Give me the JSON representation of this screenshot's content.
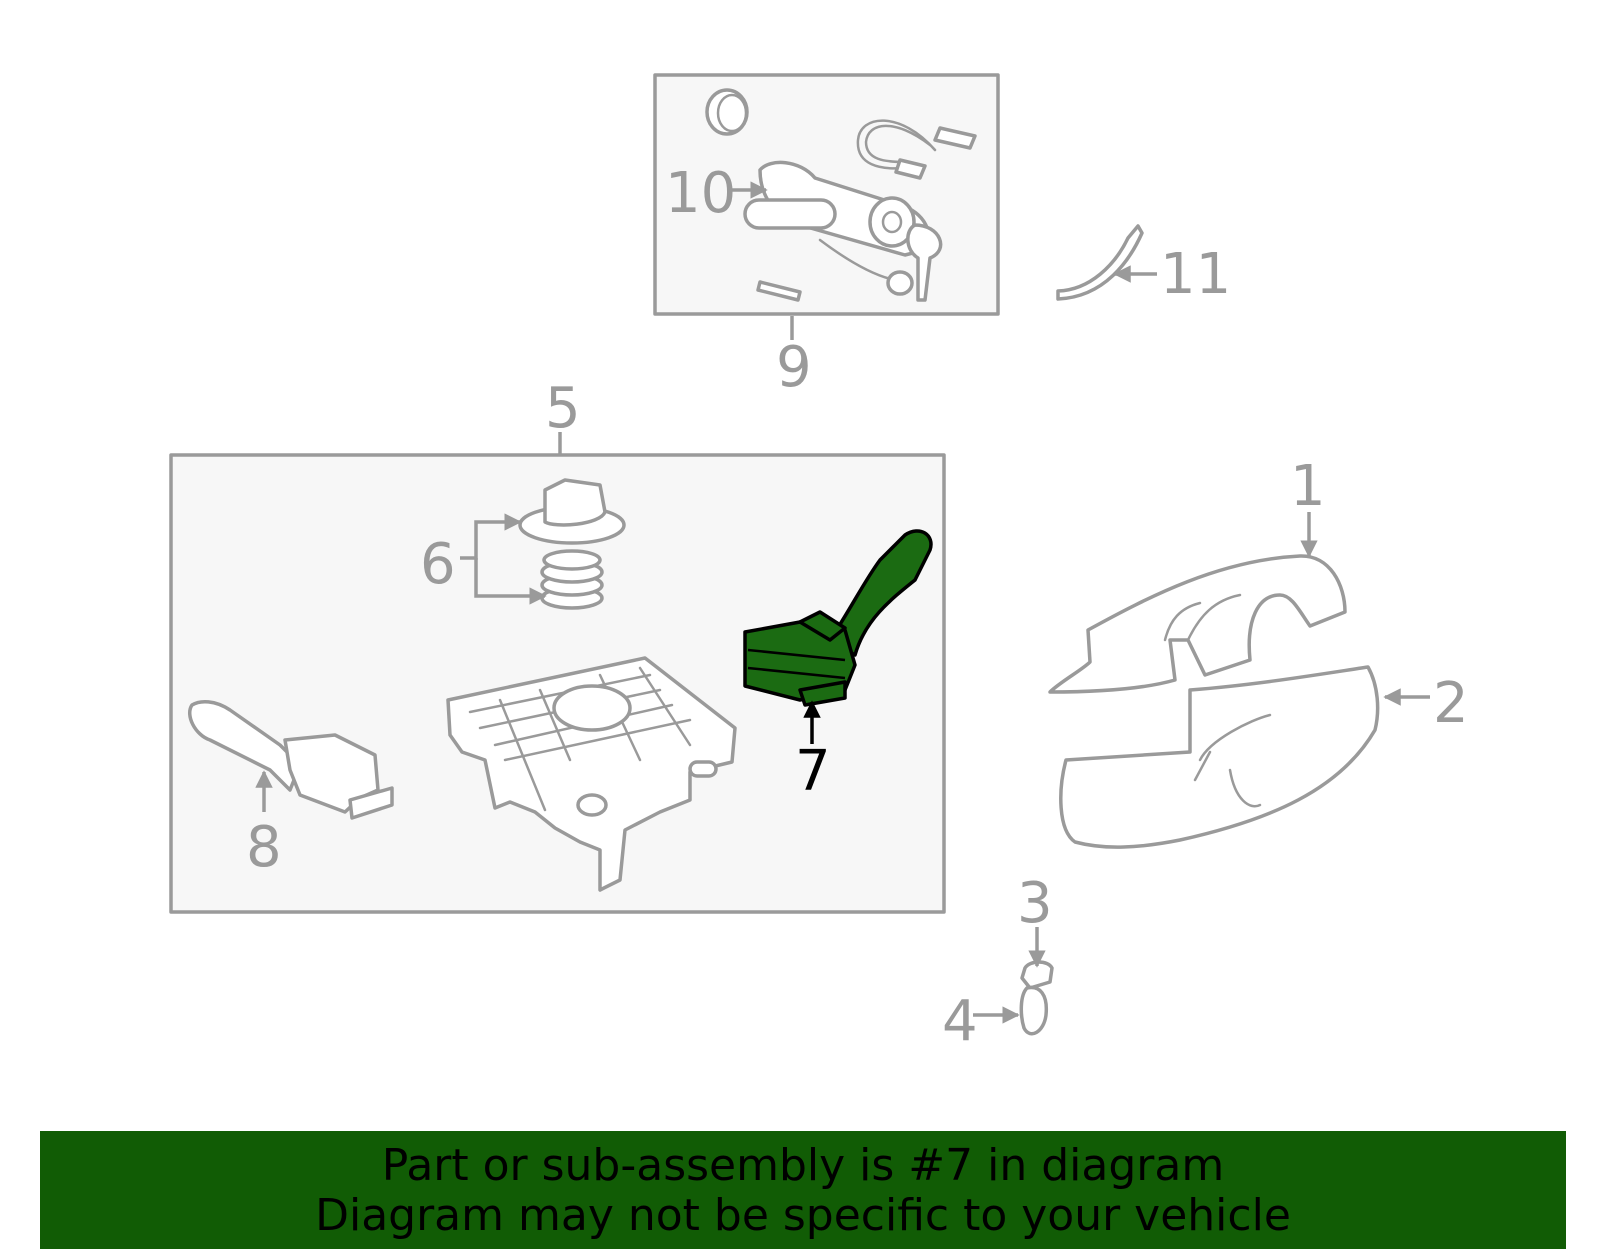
{
  "callouts": {
    "c1": "1",
    "c2": "2",
    "c3": "3",
    "c4": "4",
    "c5": "5",
    "c6": "6",
    "c7": "7",
    "c8": "8",
    "c9": "9",
    "c10": "10",
    "c11": "11"
  },
  "highlight": {
    "part": "7",
    "color": "#1b6b12"
  },
  "banner": {
    "line1": "Part or sub-assembly is #7 in diagram",
    "line2": "Diagram may not be specific to your vehicle",
    "color": "#115c05"
  }
}
